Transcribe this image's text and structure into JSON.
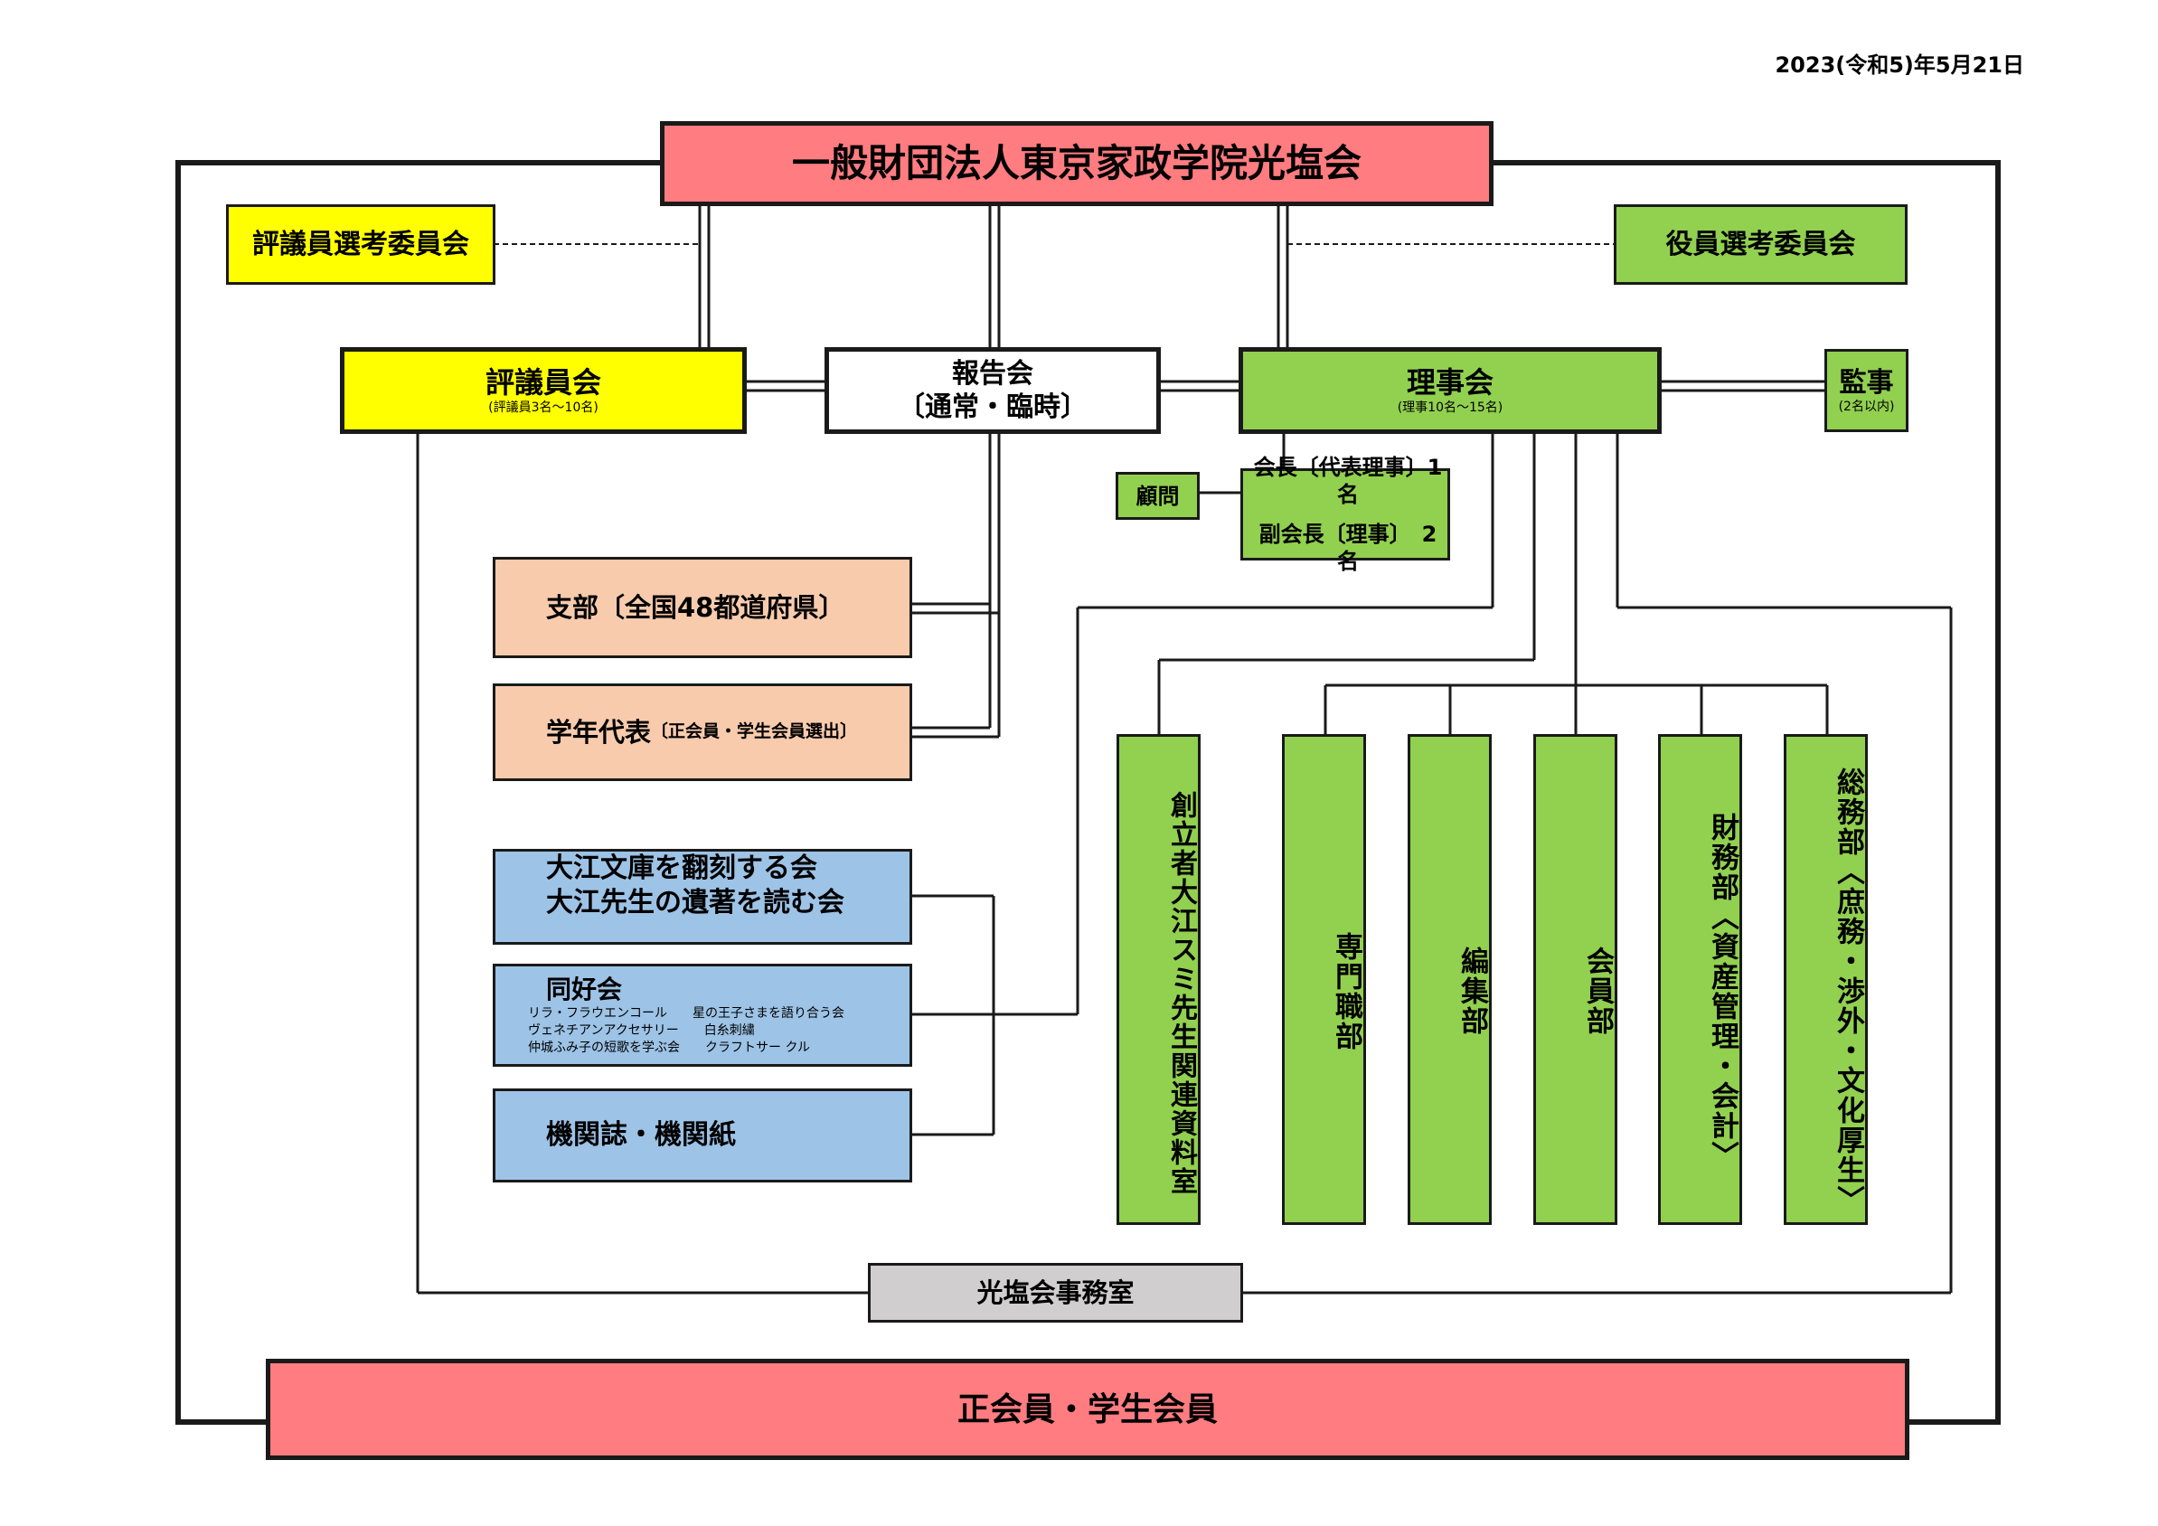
{
  "date": "2023(令和5)年5月21日",
  "title": "一般財団法人東京家政学院光塩会",
  "hyogiin_senko": "評議員選考委員会",
  "yakuin_senko": "役員選考委員会",
  "hyogiinkai": {
    "label": "評議員会",
    "note": "(評議員3名～10名)"
  },
  "hokokukai": {
    "label": "報告会",
    "sub": "〔通常・臨時〕"
  },
  "rijikai": {
    "label": "理事会",
    "note": "(理事10名～15名)"
  },
  "kanji": {
    "label": "監事",
    "note": "(2名以内)"
  },
  "komon": "顧問",
  "kaicho": "会長〔代表理事〕1名",
  "fukukaicho": "副会長〔理事〕　2名",
  "shibu": "支部〔全国48都道府県〕",
  "gakunen": {
    "label": "学年代表",
    "note": "〔正会員・学生会員選出〕"
  },
  "ooe": {
    "line1": "大江文庫を翻刻する会",
    "line2": "大江先生の遺著を読む会"
  },
  "dokokai": {
    "label": "同好会",
    "line1": "リラ・フラウエンコール　　星の王子さまを語り合う会",
    "line2": "ヴェネチアンアクセサリー　　白糸刺繍",
    "line3": "仲城ふみ子の短歌を学ぶ会　　クラフトサー クル"
  },
  "kikanshi": "機関誌・機関紙",
  "departments": {
    "sorittsusha": "創立者大江スミ先生関連資料室",
    "senmon": "専門職部",
    "henshu": "編集部",
    "kaiin": "会員部",
    "zaimu": "財務部〈資産管理・会計〉",
    "somu": "総務部〈庶務・渉外・文化厚生〉"
  },
  "jimushitsu": "光塩会事務室",
  "members": "正会員・学生会員",
  "colors": {
    "red": "#ff7c80",
    "yellow": "#ffff00",
    "green": "#92d050",
    "peach": "#f8cbad",
    "blue": "#9dc3e6",
    "gray": "#d0cece"
  }
}
